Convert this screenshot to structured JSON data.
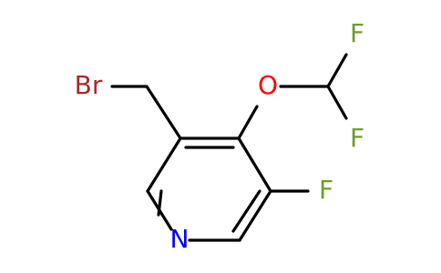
{
  "molecule": {
    "atoms": {
      "bromine": "Br",
      "oxygen": "O",
      "fluorine_top": "F",
      "fluorine_bottom": "F",
      "fluorine_ring": "F",
      "nitrogen": "N"
    },
    "colors": {
      "bond": "#000000",
      "bromine": "#a52a2a",
      "oxygen": "#ff0000",
      "fluorine": "#6b9d2c",
      "nitrogen": "#0000ff"
    }
  }
}
